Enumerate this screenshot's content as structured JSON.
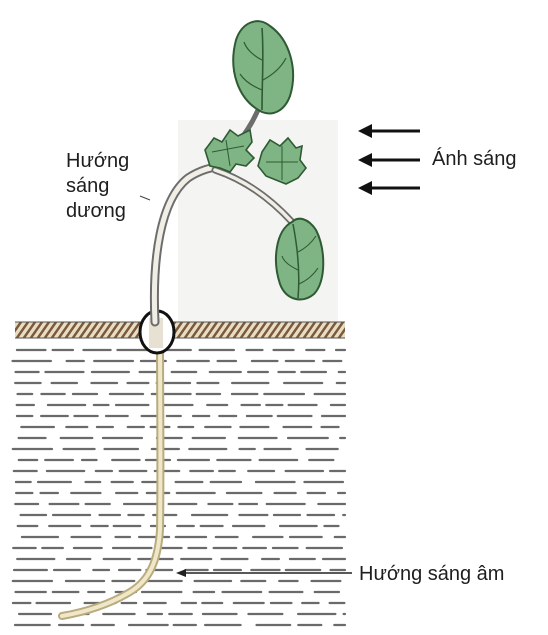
{
  "labels": {
    "positive_phototropism": [
      "Hướng",
      "sáng",
      "dương"
    ],
    "light": "Ánh sáng",
    "negative_phototropism": "Hướng sáng âm"
  },
  "colors": {
    "leaf_fill": "#7fb585",
    "leaf_vein": "#2f5a34",
    "stem": "#f2efe6",
    "root": "#e8dfb8",
    "soil_line": "#4a4a4a",
    "soil_hatch": "#8b6b45",
    "arrow": "#111111"
  },
  "icons": {
    "light_arrows": "left-arrow-icon",
    "root_pointer": "left-arrow-icon"
  }
}
